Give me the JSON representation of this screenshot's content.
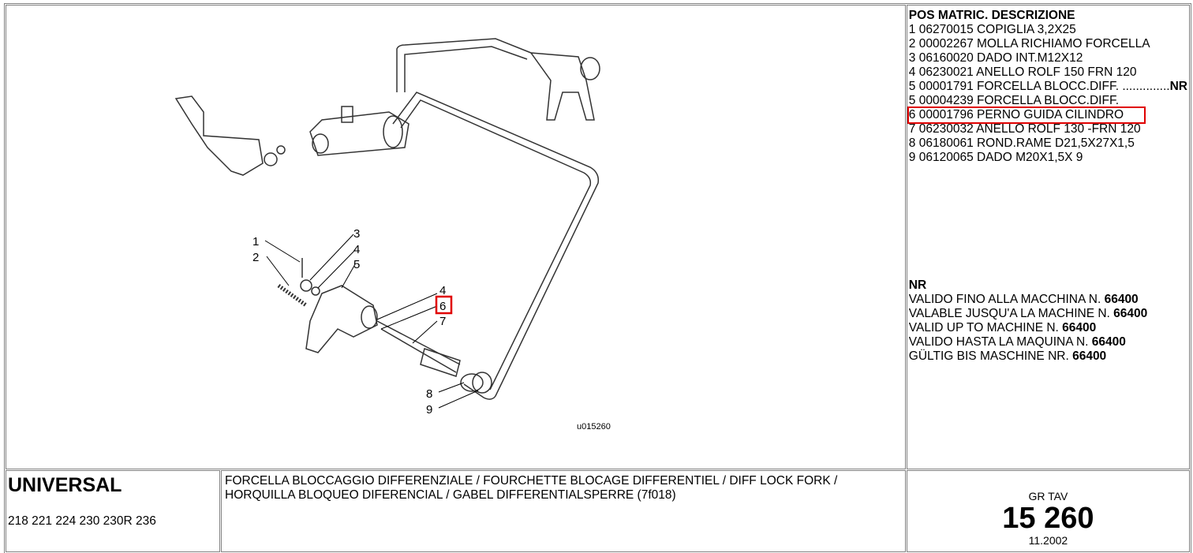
{
  "parts_table": {
    "header": "POS MATRIC. DESCRIZIONE",
    "rows": [
      {
        "text": "1 06270015 COPIGLIA 3,2X25"
      },
      {
        "text": "2 00002267 MOLLA RICHIAMO FORCELLA"
      },
      {
        "text": "3 06160020 DADO INT.M12X12"
      },
      {
        "text": "4 06230021 ANELLO ROLF 150 FRN 120"
      },
      {
        "text": "5 00001791 FORCELLA BLOCC.DIFF. ..............",
        "suffix": "NR"
      },
      {
        "text": "5 00004239 FORCELLA BLOCC.DIFF."
      },
      {
        "text": "6 00001796 PERNO GUIDA CILINDRO",
        "highlighted": true
      },
      {
        "text": "7 06230032 ANELLO ROLF 130 -FRN 120"
      },
      {
        "text": "8 06180061 ROND.RAME D21,5X27X1,5"
      },
      {
        "text": "9 06120065 DADO M20X1,5X 9"
      }
    ]
  },
  "notes": {
    "title": "NR",
    "lines": [
      {
        "text": "VALIDO FINO ALLA MACCHINA N. ",
        "value": "66400"
      },
      {
        "text": "VALABLE JUSQU'A LA MACHINE N. ",
        "value": "66400"
      },
      {
        "text": "VALID UP TO MACHINE N. ",
        "value": "66400"
      },
      {
        "text": "VALIDO HASTA LA MAQUINA N. ",
        "value": "66400"
      },
      {
        "text": "GÜLTIG BIS MASCHINE NR. ",
        "value": "66400"
      }
    ]
  },
  "diagram": {
    "code": "u015260",
    "callouts": [
      "1",
      "2",
      "3",
      "4",
      "5",
      "4",
      "6",
      "7",
      "8",
      "9"
    ],
    "highlight_color": "#e00000"
  },
  "footer": {
    "brand": "UNIVERSAL",
    "models": "218 221 224 230 230R 236",
    "description": "FORCELLA BLOCCAGGIO DIFFERENZIALE / FOURCHETTE BLOCAGE DIFFERENTIEL / DIFF LOCK FORK / HORQUILLA BLOQUEO DIFERENCIAL / GABEL DIFFERENTIALSPERRE (7f018)",
    "gr_tav_label": "GR TAV",
    "gr_tav_number": "15 260",
    "date": "11.2002"
  }
}
